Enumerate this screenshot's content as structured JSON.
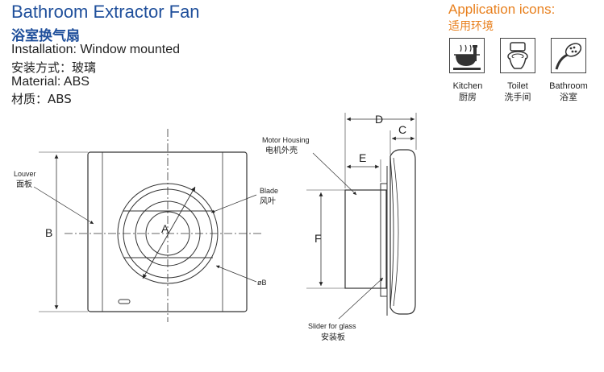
{
  "header": {
    "title": "Bathroom Extractor Fan",
    "title_cn": "浴室换气扇",
    "installation": "Installation: Window mounted",
    "installation_cn": "安装方式：玻璃",
    "material": "Material: ABS",
    "material_cn": "材质：ABS"
  },
  "application": {
    "title": "Application icons:",
    "title_cn": "适用环境",
    "icons": [
      {
        "label": "Kitchen",
        "label_cn": "厨房",
        "icon": "kitchen-icon"
      },
      {
        "label": "Toilet",
        "label_cn": "洗手间",
        "icon": "toilet-icon"
      },
      {
        "label": "Bathroom",
        "label_cn": "浴室",
        "icon": "bathroom-shower-icon"
      }
    ]
  },
  "diagram": {
    "louver": "Louver",
    "louver_cn": "面板",
    "blade": "Blade",
    "blade_cn": "风叶",
    "motor_housing": "Motor Housing",
    "motor_housing_cn": "电机外壳",
    "slider": "Slider for glass",
    "slider_cn": "安装板",
    "phi_b": "øB",
    "dims": {
      "A": "A",
      "B": "B",
      "C": "C",
      "D": "D",
      "E": "E",
      "F": "F"
    }
  }
}
